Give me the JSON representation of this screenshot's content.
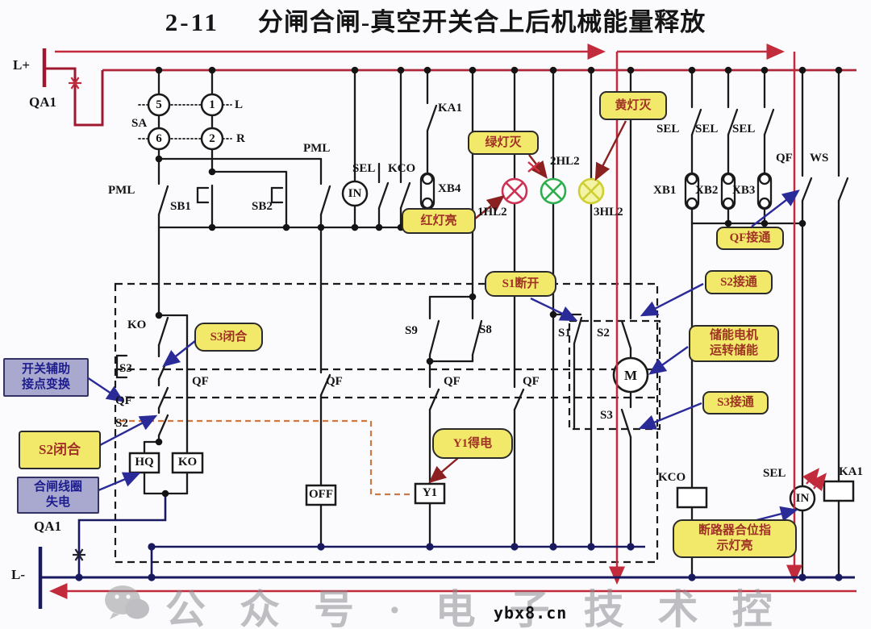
{
  "title": {
    "index": "2-11",
    "text": "分闸合闸-真空开关合上后机械能量释放"
  },
  "labels": {
    "l_plus": "L+",
    "qa1_top": "QA1",
    "sa": "SA",
    "sa_l": "L",
    "sa_r": "R",
    "n5": "5",
    "n1": "1",
    "n6": "6",
    "n2": "2",
    "pml_left": "PML",
    "sb1": "SB1",
    "sb2": "SB2",
    "pml_right": "PML",
    "sel_mid": "SEL",
    "kco_mid": "KCO",
    "in_mid": "IN",
    "ka1_top": "KA1",
    "xb4": "XB4",
    "lamp1": "1HL2",
    "lamp2": "2HL2",
    "lamp3": "3HL2",
    "sel1": "SEL",
    "sel2": "SEL",
    "sel3": "SEL",
    "xb1": "XB1",
    "xb2": "XB2",
    "xb3": "XB3",
    "qf_top": "QF",
    "ws": "WS",
    "ko_contact": "KO",
    "s3_left": "S3",
    "qf_left": "QF",
    "s2_left": "S2",
    "qf_bypass": "QF",
    "qf_off": "QF",
    "qf_y1": "QF",
    "qf_mid2": "QF",
    "s9": "S9",
    "s8": "S8",
    "s1": "S1",
    "s2_mid": "S2",
    "s3_mid": "S3",
    "m": "M",
    "hq": "HQ",
    "ko_box": "KO",
    "off": "OFF",
    "y1_box": "Y1",
    "kco_bot": "KCO",
    "sel_bot": "SEL",
    "in_bot": "IN",
    "ka1_bot": "KA1",
    "qa1_bottom": "QA1",
    "l_minus": "L-"
  },
  "callouts": {
    "red_on": "红灯亮",
    "green_off": "绿灯灭",
    "yellow_off": "黄灯灭",
    "qf_on": "QF接通",
    "s1_open": "S1断开",
    "s2_on": "S2接通",
    "motor_line1": "储能电机",
    "motor_line2": "运转储能",
    "s3_on": "S3接通",
    "s3_closed": "S3闭合",
    "s2_closed": "S2闭合",
    "aux_line1": "开关辅助",
    "aux_line2": "接点变换",
    "coil_line1": "合闸线圈",
    "coil_line2": "失电",
    "y1_energized": "Y1得电",
    "breaker_line1": "断路器合位指",
    "breaker_line2": "示灯亮"
  },
  "watermark": {
    "account": "公众号·电子技术控",
    "site": "ybx8.cn"
  },
  "colors": {
    "live_red": "#c22b3b",
    "bus_navy": "#191960",
    "lamp_red": "#cc3355",
    "lamp_green": "#2fae4f",
    "lamp_yellow": "#cfcf33",
    "callout_bg": "#f2e96b",
    "callout_text": "#a03225",
    "note_bg": "#a9a9cf",
    "note_text": "#1c1c8e",
    "dashed_trace": "#cc7744"
  }
}
